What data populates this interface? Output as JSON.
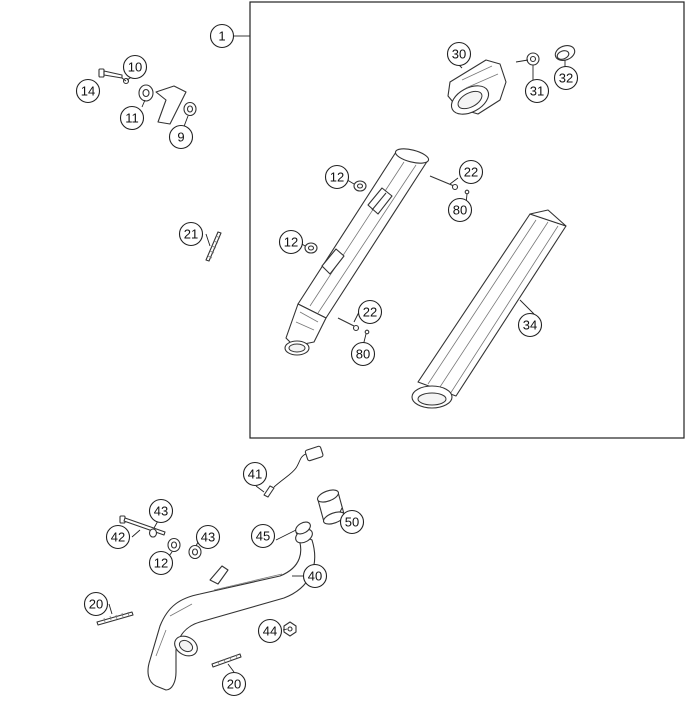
{
  "callouts": {
    "c1": "1",
    "c9": "9",
    "c10": "10",
    "c11": "11",
    "c12a": "12",
    "c12b": "12",
    "c12c": "12",
    "c14": "14",
    "c20a": "20",
    "c20b": "20",
    "c21": "21",
    "c22a": "22",
    "c22b": "22",
    "c30": "30",
    "c31": "31",
    "c32": "32",
    "c34": "34",
    "c40": "40",
    "c41": "41",
    "c42": "42",
    "c43a": "43",
    "c43b": "43",
    "c44": "44",
    "c45": "45",
    "c50": "50",
    "c80a": "80",
    "c80b": "80"
  }
}
